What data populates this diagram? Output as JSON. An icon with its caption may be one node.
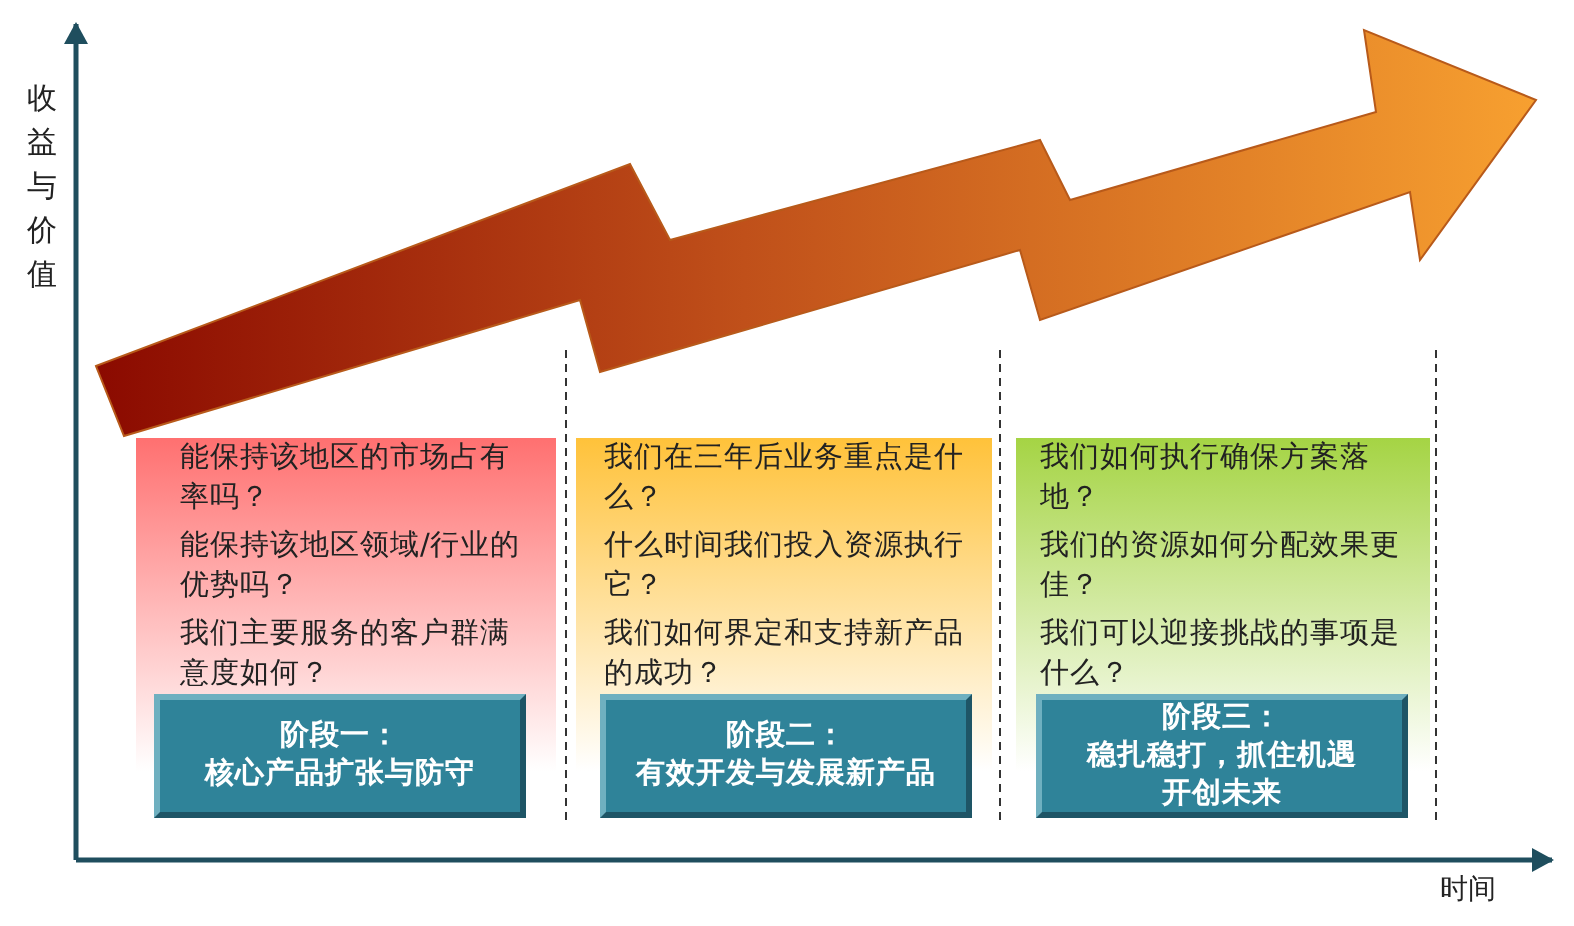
{
  "diagram": {
    "nodes": [
      {
        "text": [
          "能保持该地区的市场占有率吗？",
          "能保持该地区领域/行业的优势吗？",
          "我们主要服务的客户群满意度如何？"
        ]
      },
      {
        "text": [
          "阶段一：",
          "核心产品扩张与防守"
        ],
        "in": 0
      },
      {
        "text": [
          "我们在三年后业务重点是什么？",
          "什么时间我们投入资源执行它？",
          "我们如何界定和支持新产品的成功？"
        ]
      },
      {
        "text": [
          "阶段二：",
          "有效开发与发展新产品"
        ],
        "in": 2
      },
      {
        "text": [
          "我们如何执行确保方案落地？",
          "我们的资源如何分配效果更佳？",
          "我们可以迎接挑战的事项是什么？"
        ]
      },
      {
        "text": [
          "阶段三：",
          "稳扎稳打，抓住机遇开创未来"
        ],
        "in": 4
      }
    ],
    "labels": [
      "收益与价值",
      "时间"
    ]
  }
}
